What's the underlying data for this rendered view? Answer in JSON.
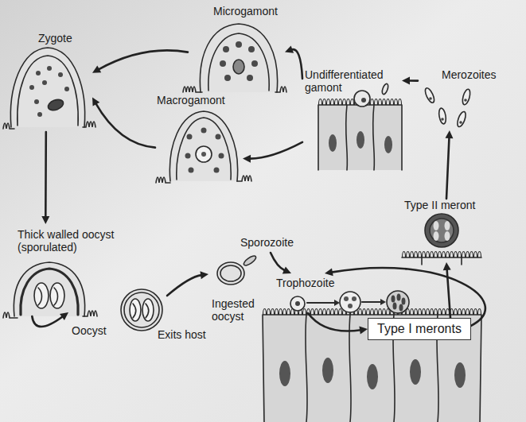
{
  "diagram": {
    "nodes": [
      {
        "text": [
          "Microgamont"
        ]
      },
      {
        "text": [
          "Zygote"
        ]
      },
      {
        "text": [
          "Undifferentiated gamont"
        ]
      },
      {
        "text": [
          "Merozoites"
        ]
      },
      {
        "text": [
          "Macrogamont"
        ]
      },
      {
        "text": [
          "Type II meront"
        ]
      },
      {
        "text": [
          "Thick walled oocyst (sporulated)"
        ]
      },
      {
        "text": [
          "Sporozoite"
        ]
      },
      {
        "text": [
          "Trophozoite"
        ]
      },
      {
        "text": [
          "Ingested oocyst"
        ]
      },
      {
        "text": [
          "Type I meronts"
        ]
      },
      {
        "text": [
          "Oocyst"
        ]
      }
    ],
    "edges": [
      {
        "from": 2,
        "to": 0,
        "arrow": "to"
      },
      {
        "from": 2,
        "to": 4,
        "arrow": "to"
      },
      {
        "from": 0,
        "to": 1,
        "arrow": "to"
      },
      {
        "from": 4,
        "to": 1,
        "arrow": "to"
      },
      {
        "from": 1,
        "to": 6,
        "arrow": "to"
      },
      {
        "from": 6,
        "to": 11,
        "arrow": "to"
      },
      {
        "from": 11,
        "to": 9,
        "arrow": "to"
      },
      {
        "from": 7,
        "to": 8,
        "arrow": "to"
      },
      {
        "from": 8,
        "to": 10,
        "arrow": "to"
      },
      {
        "from": 10,
        "to": 5,
        "arrow": "to"
      },
      {
        "from": 10,
        "to": 8,
        "arrow": "to"
      },
      {
        "from": 5,
        "to": 3,
        "arrow": "to"
      },
      {
        "from": 3,
        "to": 2,
        "arrow": "to"
      }
    ],
    "labels": [
      "Exits host"
    ]
  }
}
